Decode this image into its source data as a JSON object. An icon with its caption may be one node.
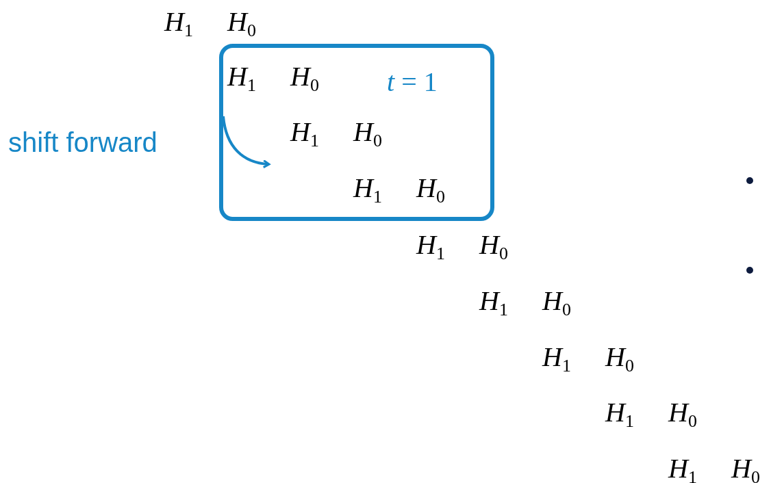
{
  "diagram": {
    "nodes": [
      {
        "text": [
          "*H*$_{1}$",
          "*H*$_{0}$",
          "*t* = 1",
          "*H*$_{1}$",
          "*H*$_{0}$",
          "*H*$_{1}$",
          "*H*$_{0}$"
        ]
      }
    ],
    "edges": [],
    "labels": [
      "*H*$_{1}$",
      "*H*$_{0}$",
      "shift forward",
      "*H*$_{1}$",
      "*H*$_{0}$",
      "*H*$_{1}$",
      "*H*$_{0}$",
      "*H*$_{1}$",
      "*H*$_{0}$",
      "*H*$_{1}$",
      "*H*$_{0}$",
      "*H*$_{1}$",
      "*H*$_{0}$"
    ]
  }
}
